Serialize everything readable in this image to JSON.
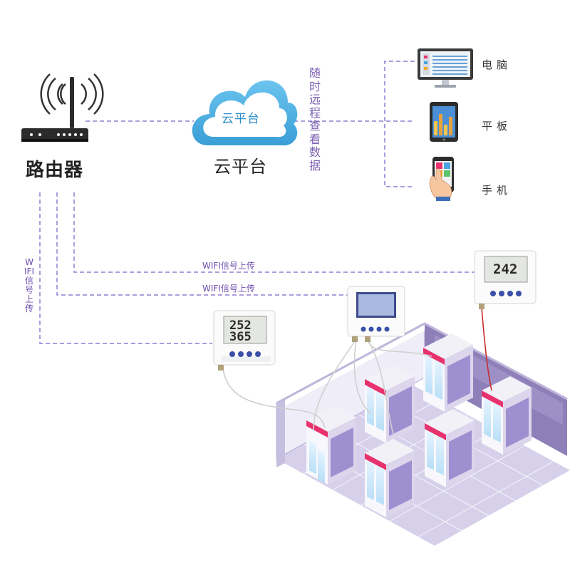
{
  "router": {
    "label": "路由器"
  },
  "cloud": {
    "label": "云平台",
    "inner_text": "云平台"
  },
  "remote_view_text": "随时远程查看数据",
  "devices": [
    {
      "label": "电脑"
    },
    {
      "label": "平板"
    },
    {
      "label": "手机"
    }
  ],
  "wifi_labels": {
    "upper": "WIFI信号上传",
    "lower": "WIFI信号上传",
    "vertical": "WIFI信号上传"
  },
  "sensors": {
    "left": {
      "line1": "252",
      "line2": "365"
    },
    "right": {
      "line1": "242"
    }
  },
  "colors": {
    "dashed_line": "#8e7fd0",
    "wifi_text": "#6d4fb0",
    "cloud_fill": "#5bb8e6",
    "room_floor": "#c9c2e0",
    "room_wall": "#8e7fb8",
    "cabinet_accent": "#e8326e"
  },
  "icons": [
    "router-icon",
    "cloud-icon",
    "monitor-icon",
    "tablet-icon",
    "phone-icon"
  ]
}
